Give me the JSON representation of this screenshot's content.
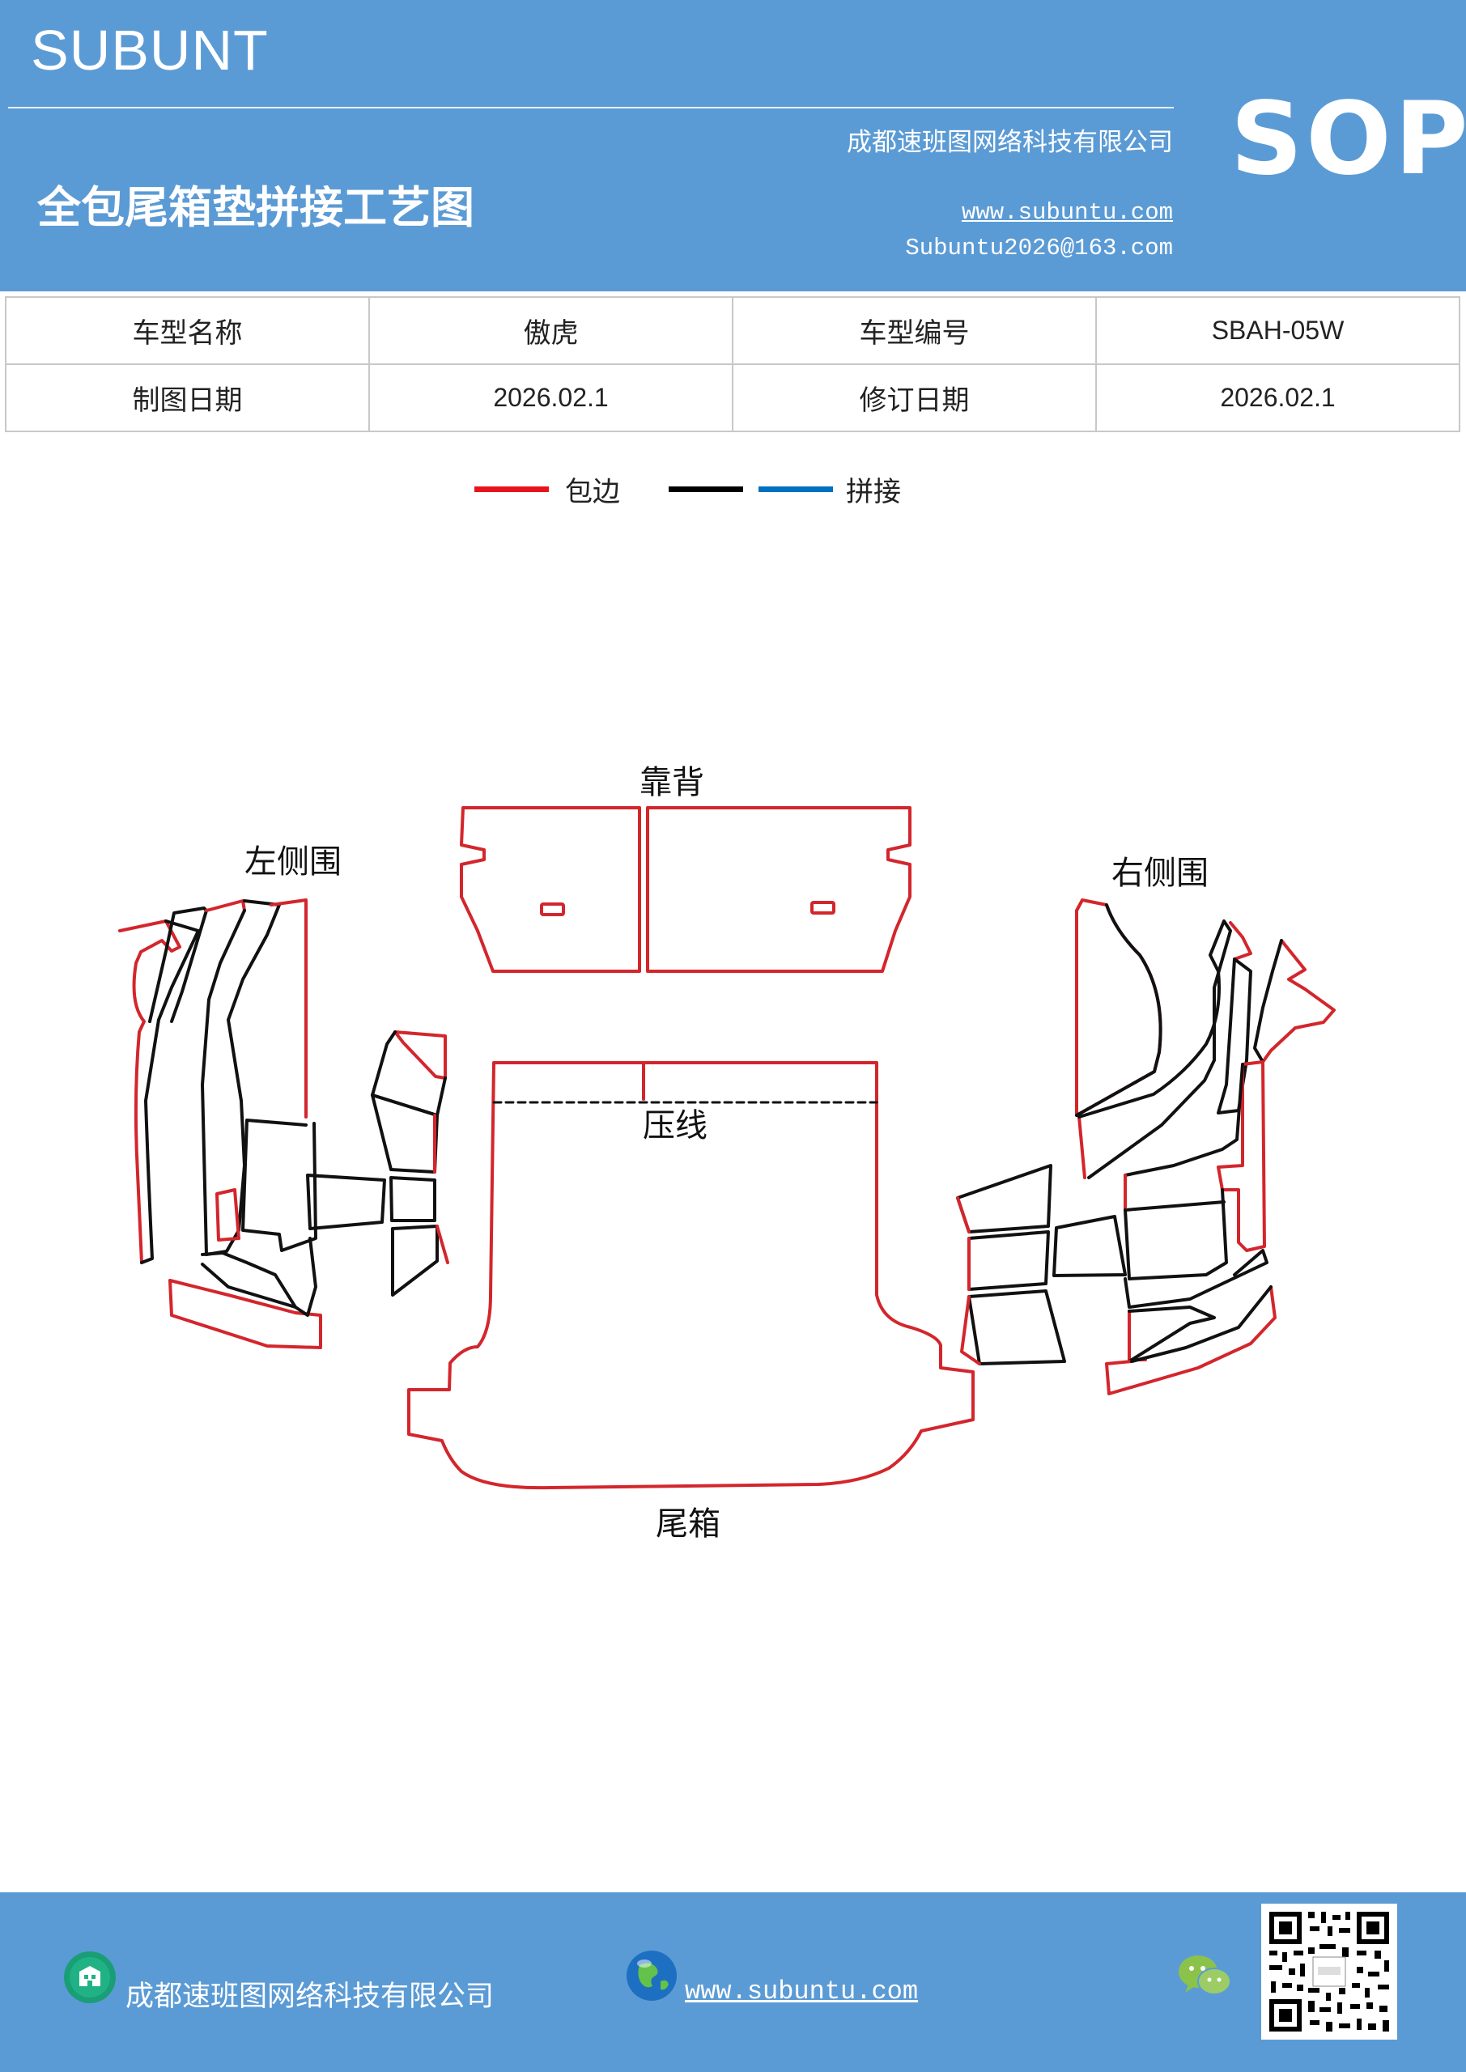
{
  "header": {
    "brand": "SUBUNT",
    "company": "成都速班图网络科技有限公司",
    "title": "全包尾箱垫拼接工艺图",
    "website": "www.subuntu.com",
    "email": "Subuntu2026@163.com",
    "badge": "SOP"
  },
  "info": {
    "model_name_label": "车型名称",
    "model_name": "傲虎",
    "model_code_label": "车型编号",
    "model_code": "SBAH-05W",
    "drawing_date_label": "制图日期",
    "drawing_date": "2026.02.1",
    "revision_date_label": "修订日期",
    "revision_date": "2026.02.1"
  },
  "legend": {
    "edge_label": "包边",
    "splice_label": "拼接",
    "edge_color": "#e8141c",
    "black_color": "#000000",
    "splice_color": "#0070c0"
  },
  "diagram": {
    "back_label": "靠背",
    "left_label": "左侧围",
    "right_label": "右侧围",
    "press_line_label": "压线",
    "trunk_label": "尾箱",
    "edge_color": "#d3262c",
    "line_color": "#111111"
  },
  "footer": {
    "company": "成都速班图网络科技有限公司",
    "website": "www.subuntu.com"
  }
}
